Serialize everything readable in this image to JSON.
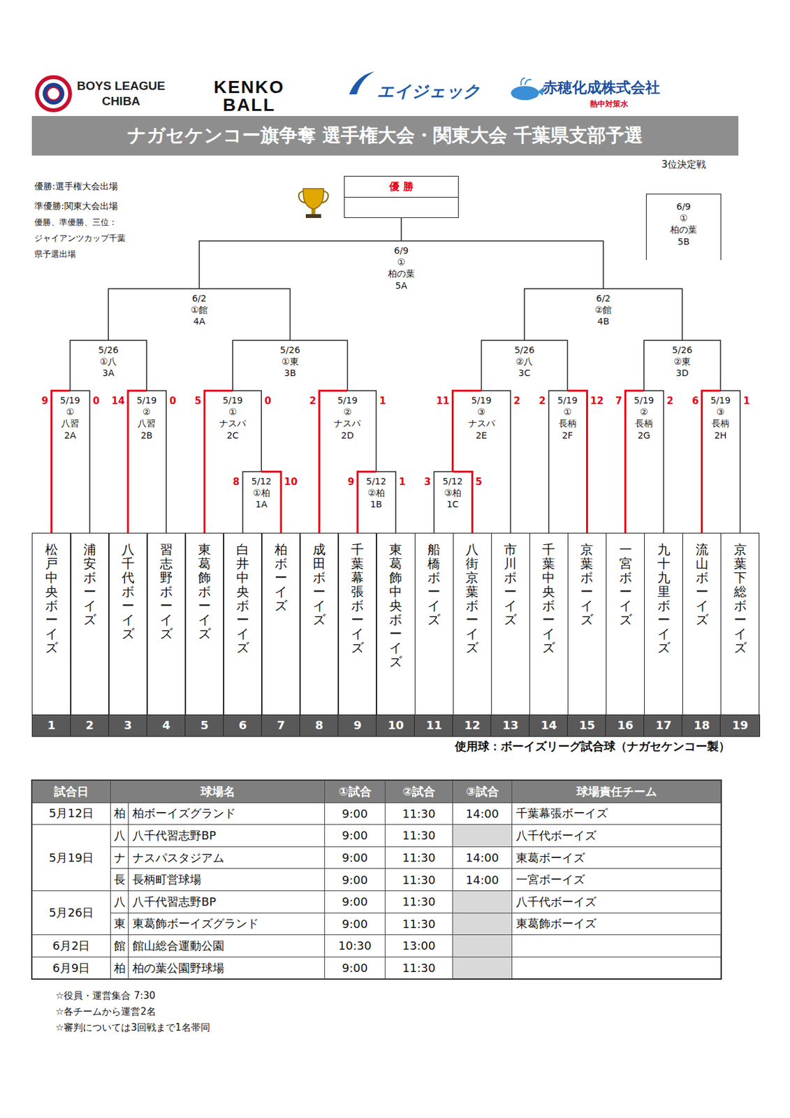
{
  "diagram": {
    "title": "ナガセケンコー旗争奪 選手権大会・関東大会 千葉県支部予選",
    "nodes": [
      {
        "text": [
          "優 勝"
        ]
      },
      {
        "text": [
          "6/9",
          "①",
          "柏の葉",
          "5B"
        ]
      },
      {
        "text": [
          "6/9",
          "①",
          "柏の葉",
          "5A"
        ]
      },
      {
        "text": [
          "6/2",
          "①館",
          "4A"
        ]
      },
      {
        "text": [
          "6/2",
          "②館",
          "4B"
        ]
      },
      {
        "text": [
          "5/26",
          "①八",
          "3A"
        ]
      },
      {
        "text": [
          "5/26",
          "①東",
          "3B"
        ]
      },
      {
        "text": [
          "5/26",
          "②八",
          "3C"
        ]
      },
      {
        "text": [
          "5/26",
          "②東",
          "3D"
        ]
      },
      {
        "text": [
          "5/19",
          "①",
          "八習",
          "2A"
        ]
      },
      {
        "text": [
          "5/19",
          "②",
          "八習",
          "2B"
        ]
      },
      {
        "text": [
          "5/19",
          "①",
          "ナスパ",
          "2C"
        ]
      },
      {
        "text": [
          "5/19",
          "②",
          "ナスパ",
          "2D"
        ]
      },
      {
        "text": [
          "5/19",
          "③",
          "ナスパ",
          "2E"
        ]
      },
      {
        "text": [
          "5/19",
          "①",
          "長柄",
          "2F"
        ]
      },
      {
        "text": [
          "5/19",
          "②",
          "長柄",
          "2G"
        ]
      },
      {
        "text": [
          "5/19",
          "③",
          "長柄",
          "2H"
        ]
      },
      {
        "text": [
          "5/12",
          "①柏",
          "1A"
        ]
      },
      {
        "text": [
          "5/12",
          "②柏",
          "1B"
        ]
      },
      {
        "text": [
          "5/12",
          "③柏",
          "1C"
        ]
      },
      {
        "text": [
          "松戸中央ボーイズ",
          "1"
        ]
      },
      {
        "text": [
          "浦安ボーイズ",
          "2"
        ]
      },
      {
        "text": [
          "八千代ボーイズ",
          "3"
        ]
      },
      {
        "text": [
          "習志野ボーイズ",
          "4"
        ]
      },
      {
        "text": [
          "東葛飾ボーイズ",
          "5"
        ]
      },
      {
        "text": [
          "白井中央ボーイズ",
          "6"
        ]
      },
      {
        "text": [
          "柏ボーイズ",
          "7"
        ]
      },
      {
        "text": [
          "成田ボーイズ",
          "8"
        ]
      },
      {
        "text": [
          "千葉幕張ボーイズ",
          "9"
        ]
      },
      {
        "text": [
          "東葛飾中央ボーイズ",
          "10"
        ]
      },
      {
        "text": [
          "船橋ボーイズ",
          "11"
        ]
      },
      {
        "text": [
          "八街京葉ボーイズ",
          "12"
        ]
      },
      {
        "text": [
          "市川ボーイズ",
          "13"
        ]
      },
      {
        "text": [
          "千葉中央ボーイズ",
          "14"
        ]
      },
      {
        "text": [
          "京葉ボーイズ",
          "15"
        ]
      },
      {
        "text": [
          "一宮ボーイズ",
          "16"
        ]
      },
      {
        "text": [
          "九十九里ボーイズ",
          "17"
        ]
      },
      {
        "text": [
          "流山ボーイズ",
          "18"
        ]
      },
      {
        "text": [
          "京葉下総ボーイズ",
          "19"
        ]
      }
    ],
    "edges": [
      {
        "from": 20,
        "to": 9,
        "arrow": "none",
        "label": "9"
      },
      {
        "from": 21,
        "to": 9,
        "arrow": "none",
        "label": "0"
      },
      {
        "from": 22,
        "to": 10,
        "arrow": "none",
        "label": "14"
      },
      {
        "from": 23,
        "to": 10,
        "arrow": "none",
        "label": "0"
      },
      {
        "from": 25,
        "to": 17,
        "arrow": "none",
        "label": "8"
      },
      {
        "from": 26,
        "to": 17,
        "arrow": "none",
        "label": "10"
      },
      {
        "from": 24,
        "to": 11,
        "arrow": "none",
        "label": "5"
      },
      {
        "from": 17,
        "to": 11,
        "arrow": "none",
        "label": "0"
      },
      {
        "from": 28,
        "to": 18,
        "arrow": "none",
        "label": "9"
      },
      {
        "from": 29,
        "to": 18,
        "arrow": "none",
        "label": "1"
      },
      {
        "from": 27,
        "to": 12,
        "arrow": "none",
        "label": "2"
      },
      {
        "from": 18,
        "to": 12,
        "arrow": "none",
        "label": "1"
      },
      {
        "from": 30,
        "to": 19,
        "arrow": "none",
        "label": "3"
      },
      {
        "from": 31,
        "to": 19,
        "arrow": "none",
        "label": "5"
      },
      {
        "from": 19,
        "to": 13,
        "arrow": "none",
        "label": "11"
      },
      {
        "from": 32,
        "to": 13,
        "arrow": "none",
        "label": "2"
      },
      {
        "from": 33,
        "to": 14,
        "arrow": "none",
        "label": "2"
      },
      {
        "from": 34,
        "to": 14,
        "arrow": "none",
        "label": "12"
      },
      {
        "from": 35,
        "to": 15,
        "arrow": "none",
        "label": "7"
      },
      {
        "from": 36,
        "to": 15,
        "arrow": "none",
        "label": "2"
      },
      {
        "from": 37,
        "to": 16,
        "arrow": "none",
        "label": "6"
      },
      {
        "from": 38,
        "to": 16,
        "arrow": "none",
        "label": "1"
      },
      {
        "from": 9,
        "to": 5,
        "arrow": "none"
      },
      {
        "from": 10,
        "to": 5,
        "arrow": "none"
      },
      {
        "from": 11,
        "to": 6,
        "arrow": "none"
      },
      {
        "from": 12,
        "to": 6,
        "arrow": "none"
      },
      {
        "from": 13,
        "to": 7,
        "arrow": "none"
      },
      {
        "from": 14,
        "to": 7,
        "arrow": "none"
      },
      {
        "from": 15,
        "to": 8,
        "arrow": "none"
      },
      {
        "from": 16,
        "to": 8,
        "arrow": "none"
      },
      {
        "from": 5,
        "to": 3,
        "arrow": "none"
      },
      {
        "from": 6,
        "to": 3,
        "arrow": "none"
      },
      {
        "from": 7,
        "to": 4,
        "arrow": "none"
      },
      {
        "from": 8,
        "to": 4,
        "arrow": "none"
      },
      {
        "from": 3,
        "to": 2,
        "arrow": "none"
      },
      {
        "from": 4,
        "to": 2,
        "arrow": "none"
      },
      {
        "from": 2,
        "to": 0,
        "arrow": "none"
      }
    ],
    "labels": [
      "BOYS LEAGUE",
      "CHIBA",
      "KENKO",
      "BALL",
      "エイジェック",
      "赤穂化成株式会社",
      "熱中対策水",
      "優勝:選手権大会出場",
      "準優勝:関東大会出場",
      "優勝、準優勝、三位：",
      "ジャイアンツカップ千葉",
      "県予選出場",
      "3位決定戦",
      "使用球：ボーイズリーグ試合球（ナガセケンコー製）",
      "試合日",
      "球場名",
      "①試合",
      "②試合",
      "③試合",
      "球場責任チーム",
      "5月12日",
      "柏",
      "柏ボーイズグランド",
      "9:00",
      "11:30",
      "14:00",
      "千葉幕張ボーイズ",
      "5月19日",
      "八",
      "八千代習志野BP",
      "9:00",
      "11:30",
      "八千代ボーイズ",
      "ナ",
      "ナスパスタジアム",
      "9:00",
      "11:30",
      "14:00",
      "東葛ボーイズ",
      "長",
      "長柄町営球場",
      "9:00",
      "11:30",
      "14:00",
      "一宮ボーイズ",
      "5月26日",
      "八",
      "八千代習志野BP",
      "9:00",
      "11:30",
      "八千代ボーイズ",
      "東",
      "東葛飾ボーイズグランド",
      "9:00",
      "11:30",
      "東葛飾ボーイズ",
      "6月2日",
      "館",
      "館山総合運動公園",
      "10:30",
      "13:00",
      "6月9日",
      "柏",
      "柏の葉公園野球場",
      "9:00",
      "11:30",
      "☆役員・運営集合 7:30",
      "☆各チームから運営2名",
      "☆審判については3回戦まで1名帯同"
    ]
  }
}
